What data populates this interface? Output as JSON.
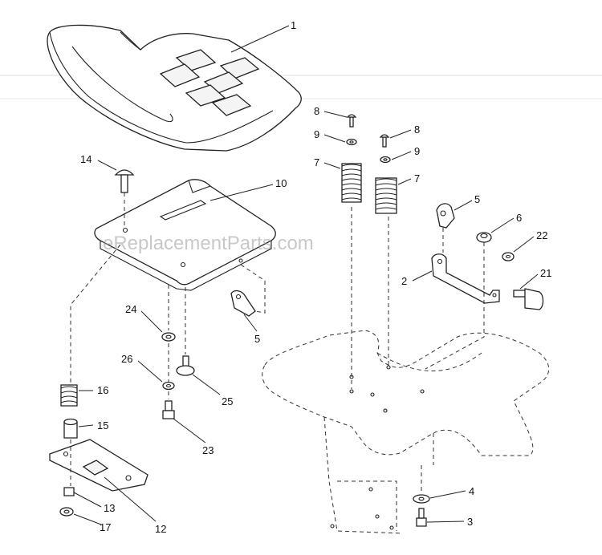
{
  "watermark": "eReplacementParts.com",
  "callouts": [
    {
      "id": "c1",
      "label": "1"
    },
    {
      "id": "c8a",
      "label": "8"
    },
    {
      "id": "c9a",
      "label": "9"
    },
    {
      "id": "c7a",
      "label": "7"
    },
    {
      "id": "c8b",
      "label": "8"
    },
    {
      "id": "c9b",
      "label": "9"
    },
    {
      "id": "c7b",
      "label": "7"
    },
    {
      "id": "c14",
      "label": "14"
    },
    {
      "id": "c10",
      "label": "10"
    },
    {
      "id": "c5a",
      "label": "5"
    },
    {
      "id": "c6",
      "label": "6"
    },
    {
      "id": "c22",
      "label": "22"
    },
    {
      "id": "c2",
      "label": "2"
    },
    {
      "id": "c21",
      "label": "21"
    },
    {
      "id": "c24",
      "label": "24"
    },
    {
      "id": "c5b",
      "label": "5"
    },
    {
      "id": "c26",
      "label": "26"
    },
    {
      "id": "c25",
      "label": "25"
    },
    {
      "id": "c16",
      "label": "16"
    },
    {
      "id": "c15",
      "label": "15"
    },
    {
      "id": "c23",
      "label": "23"
    },
    {
      "id": "c13",
      "label": "13"
    },
    {
      "id": "c17",
      "label": "17"
    },
    {
      "id": "c12",
      "label": "12"
    },
    {
      "id": "c4",
      "label": "4"
    },
    {
      "id": "c3",
      "label": "3"
    }
  ]
}
